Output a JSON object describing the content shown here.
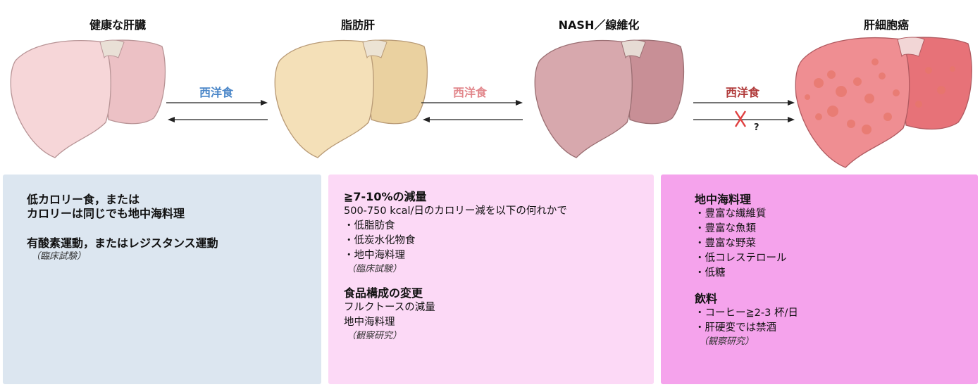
{
  "stages": [
    {
      "title": "健康な肝臓",
      "fill": "#f6d6d8",
      "shade": "#ecc1c5"
    },
    {
      "title": "脂肪肝",
      "fill": "#f4e0b8",
      "shade": "#ead1a0"
    },
    {
      "title": "NASH／線維化",
      "fill": "#d7a8ad",
      "shade": "#c88f96"
    },
    {
      "title": "肝細胞癌",
      "fill": "#ef8e92",
      "shade": "#e77278"
    }
  ],
  "transitions": [
    {
      "label": "西洋食",
      "color": "#4a86c8",
      "blocked": false
    },
    {
      "label": "西洋食",
      "color": "#e2878c",
      "blocked": false
    },
    {
      "label": "西洋食",
      "color": "#b03a3a",
      "blocked": true,
      "question": "?"
    }
  ],
  "colors": {
    "panel1_bg": "#dce6f0",
    "panel2_bg": "#fcd9f6",
    "panel3_bg": "#f5a3ec",
    "block_mark": "#e04040",
    "tumor_spot": "#e8776a"
  },
  "panel1": {
    "heading1_line1": "低カロリー食，または",
    "heading1_line2": "カロリーは同じでも地中海料理",
    "heading2": "有酸素運動，またはレジスタンス運動",
    "note": "（臨床試験）"
  },
  "panel2": {
    "heading1": "≧7-10%の減量",
    "line1": "500-750 kcal/日のカロリー減を以下の何れかで",
    "items": [
      "・低脂肪食",
      "・低炭水化物食",
      "・地中海料理"
    ],
    "note1": "（臨床試験）",
    "heading2": "食品構成の変更",
    "lines2": [
      "フルクトースの減量",
      "地中海料理"
    ],
    "note2": "（観察研究）"
  },
  "panel3": {
    "heading1": "地中海料理",
    "items1": [
      "・豊富な繊維質",
      "・豊富な魚類",
      "・豊富な野菜",
      "・低コレステロール",
      "・低糖"
    ],
    "heading2": "飲料",
    "items2": [
      "・コーヒー≧2-3 杯/日",
      "・肝硬変では禁酒"
    ],
    "note": "（観察研究）"
  }
}
